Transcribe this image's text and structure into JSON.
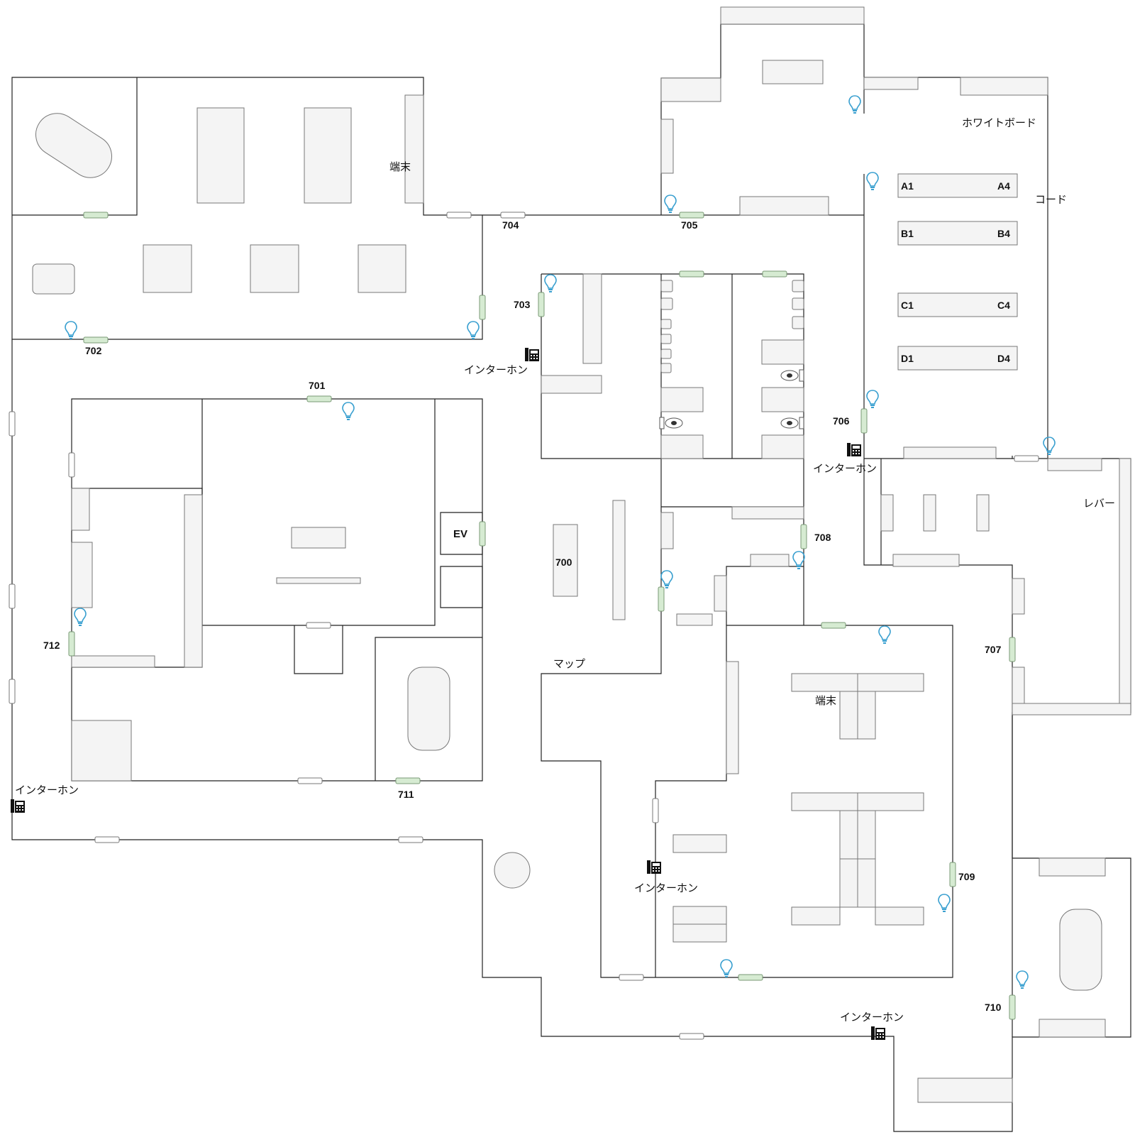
{
  "labels": {
    "tanmatsu_1": "端末",
    "tanmatsu_2": "端末",
    "whiteboard": "ホワイトボード",
    "cord": "コード",
    "lever": "レバー",
    "map": "マップ",
    "ev": "EV",
    "intercom_1": "インターホン",
    "intercom_2": "インターホン",
    "intercom_3": "インターホン",
    "intercom_4": "インターホン",
    "intercom_5": "インターホン"
  },
  "rooms": {
    "r700": "700",
    "r701": "701",
    "r702": "702",
    "r703": "703",
    "r704": "704",
    "r705": "705",
    "r706": "706",
    "r707": "707",
    "r708": "708",
    "r709": "709",
    "r710": "710",
    "r711": "711",
    "r712": "712"
  },
  "racks": {
    "a1": "A1",
    "a4": "A4",
    "b1": "B1",
    "b4": "B4",
    "c1": "C1",
    "c4": "C4",
    "d1": "D1",
    "d4": "D4"
  },
  "icons": {
    "light": "lightbulb-icon",
    "intercom": "intercom-phone-icon",
    "toilet": "toilet-icon"
  },
  "colors": {
    "wall": "#222222",
    "furniture": "#f4f4f4",
    "door": "#ffffff",
    "door_highlight": "#d6ebd2",
    "light_icon": "#3aa0d0"
  }
}
